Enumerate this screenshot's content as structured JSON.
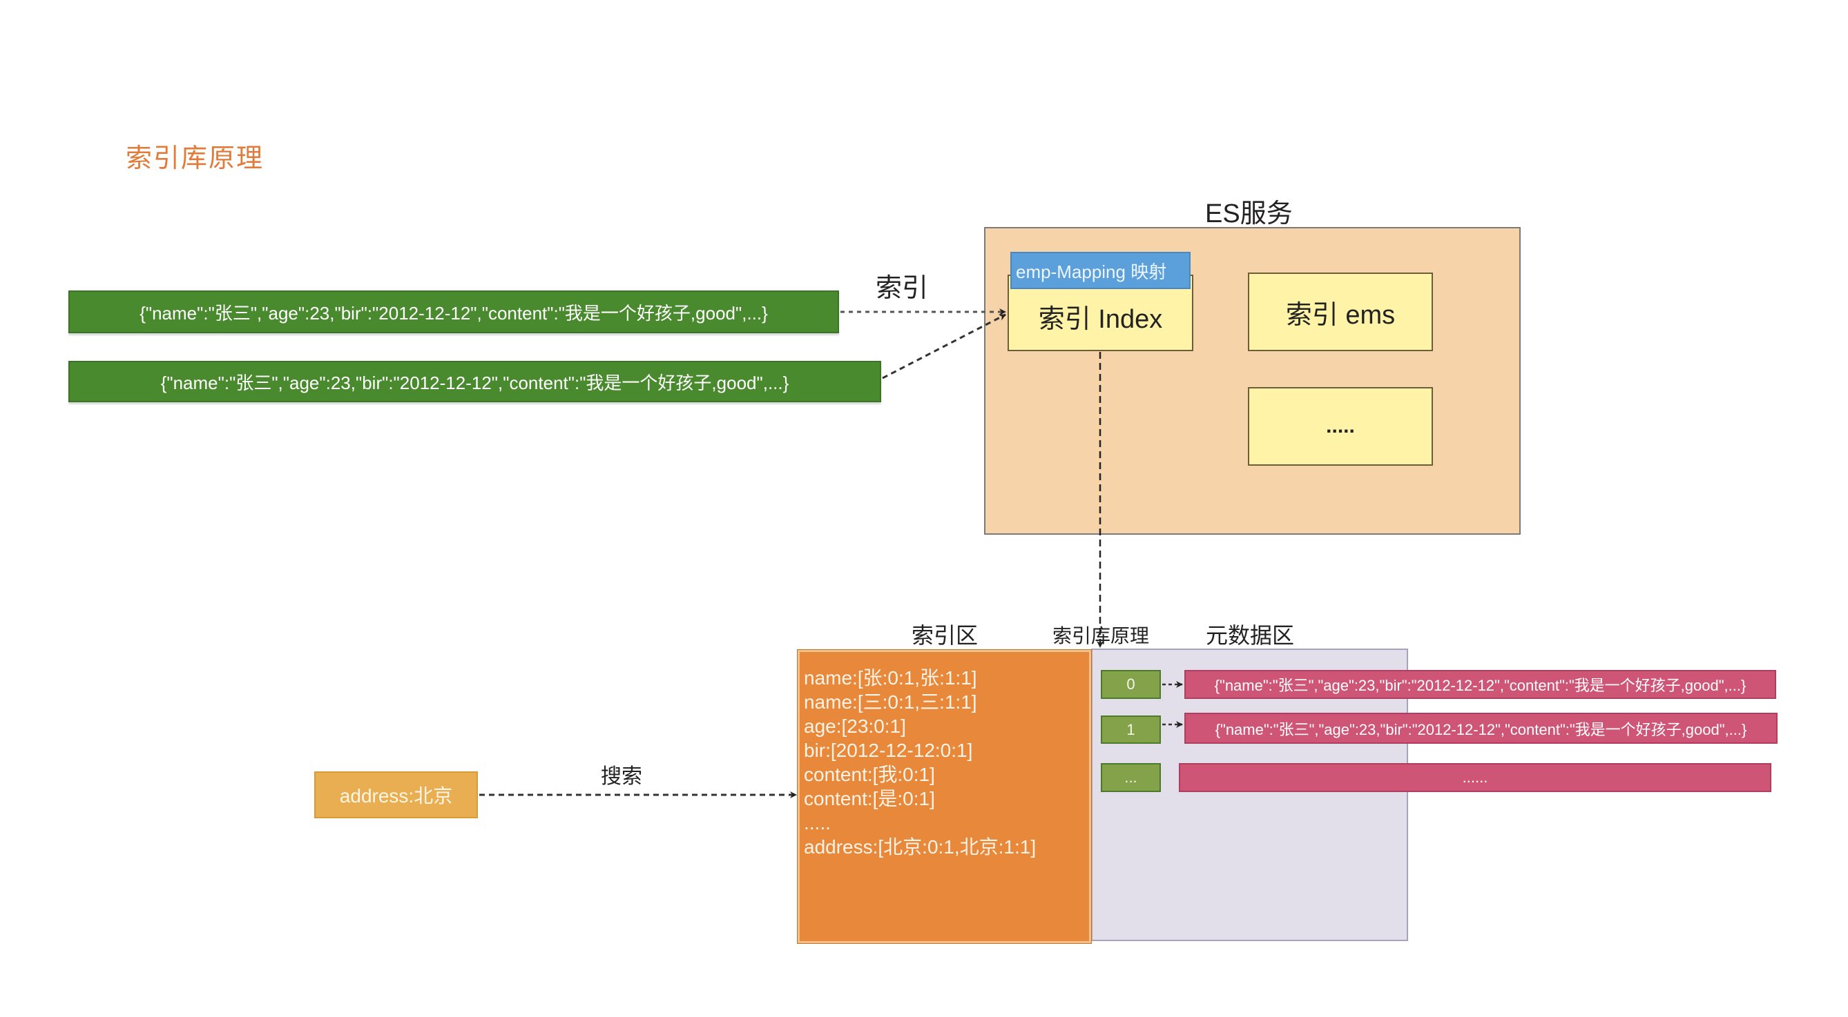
{
  "title": "索引库原理",
  "documents": [
    {
      "text": "{\"name\":\"张三\",\"age\":23,\"bir\":\"2012-12-12\",\"content\":\"我是一个好孩子,good\",...}"
    },
    {
      "text": "{\"name\":\"张三\",\"age\":23,\"bir\":\"2012-12-12\",\"content\":\"我是一个好孩子,good\",...}"
    }
  ],
  "index_arrow_label": "索引",
  "es_service": {
    "label": "ES服务",
    "mapping_tab": "emp-Mapping 映射",
    "indexes": [
      {
        "label": "索引 Index"
      },
      {
        "label": "索引 ems"
      },
      {
        "label": "....."
      }
    ]
  },
  "bottom": {
    "index_area_label": "索引区",
    "principle_label": "索引库原理",
    "metadata_area_label": "元数据区",
    "index_entries": [
      "name:[张:0:1,张:1:1]",
      "name:[三:0:1,三:1:1]",
      "age:[23:0:1]",
      "bir:[2012-12-12:0:1]",
      "content:[我:0:1]",
      "content:[是:0:1]",
      ".....",
      "address:[北京:0:1,北京:1:1]"
    ],
    "metadata_rows": [
      {
        "id": "0",
        "doc": "{\"name\":\"张三\",\"age\":23,\"bir\":\"2012-12-12\",\"content\":\"我是一个好孩子,good\",...}"
      },
      {
        "id": "1",
        "doc": "{\"name\":\"张三\",\"age\":23,\"bir\":\"2012-12-12\",\"content\":\"我是一个好孩子,good\",...}"
      },
      {
        "id": "...",
        "doc": "......"
      }
    ]
  },
  "search": {
    "query": "address:北京",
    "label": "搜索"
  },
  "colors": {
    "title": "#e07b39",
    "document_green": "#4a8a2e",
    "es_box": "#f6d3a8",
    "index_yellow": "#fff3a8",
    "mapping_blue": "#5b9fdb",
    "index_area_orange": "#e8883a",
    "metadata_area": "#e2dfea",
    "id_green": "#83a24a",
    "doc_pink": "#cf5577",
    "query_orange": "#eaae52"
  }
}
